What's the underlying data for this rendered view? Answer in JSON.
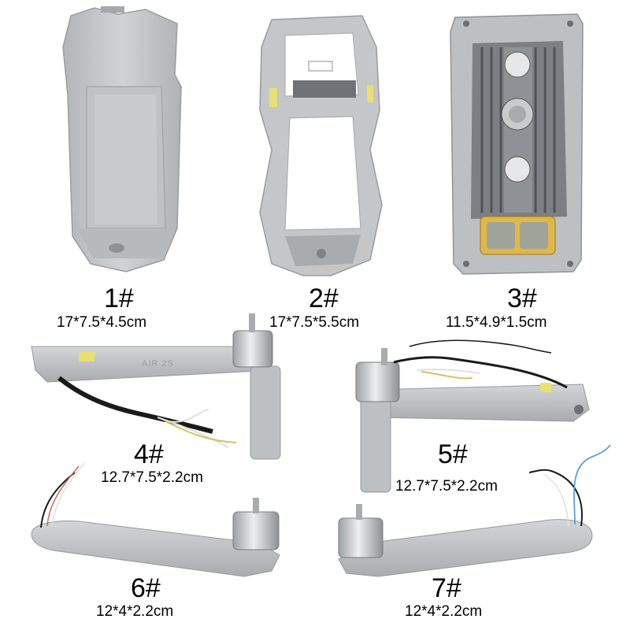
{
  "parts": [
    {
      "number": "1#",
      "size": "17*7.5*4.5cm"
    },
    {
      "number": "2#",
      "size": "17*7.5*5.5cm"
    },
    {
      "number": "3#",
      "size": "11.5*4.9*1.5cm"
    },
    {
      "number": "4#",
      "size": "12.7*7.5*2.2cm"
    },
    {
      "number": "5#",
      "size": "12.7*7.5*2.2cm"
    },
    {
      "number": "6#",
      "size": "12*4*2.2cm"
    },
    {
      "number": "7#",
      "size": "12*4*2.2cm"
    }
  ],
  "arm_imprint": "AIR 2S",
  "colors": {
    "plastic": "#c9cbcd",
    "plastic_shadow": "#a7aaad",
    "motor_metal": "#d4d6d8",
    "heat_sink": "#5e6266",
    "amber_film": "#e0b84a",
    "wire_black": "#1a1a1a",
    "wire_blue": "#5aa0d8"
  }
}
